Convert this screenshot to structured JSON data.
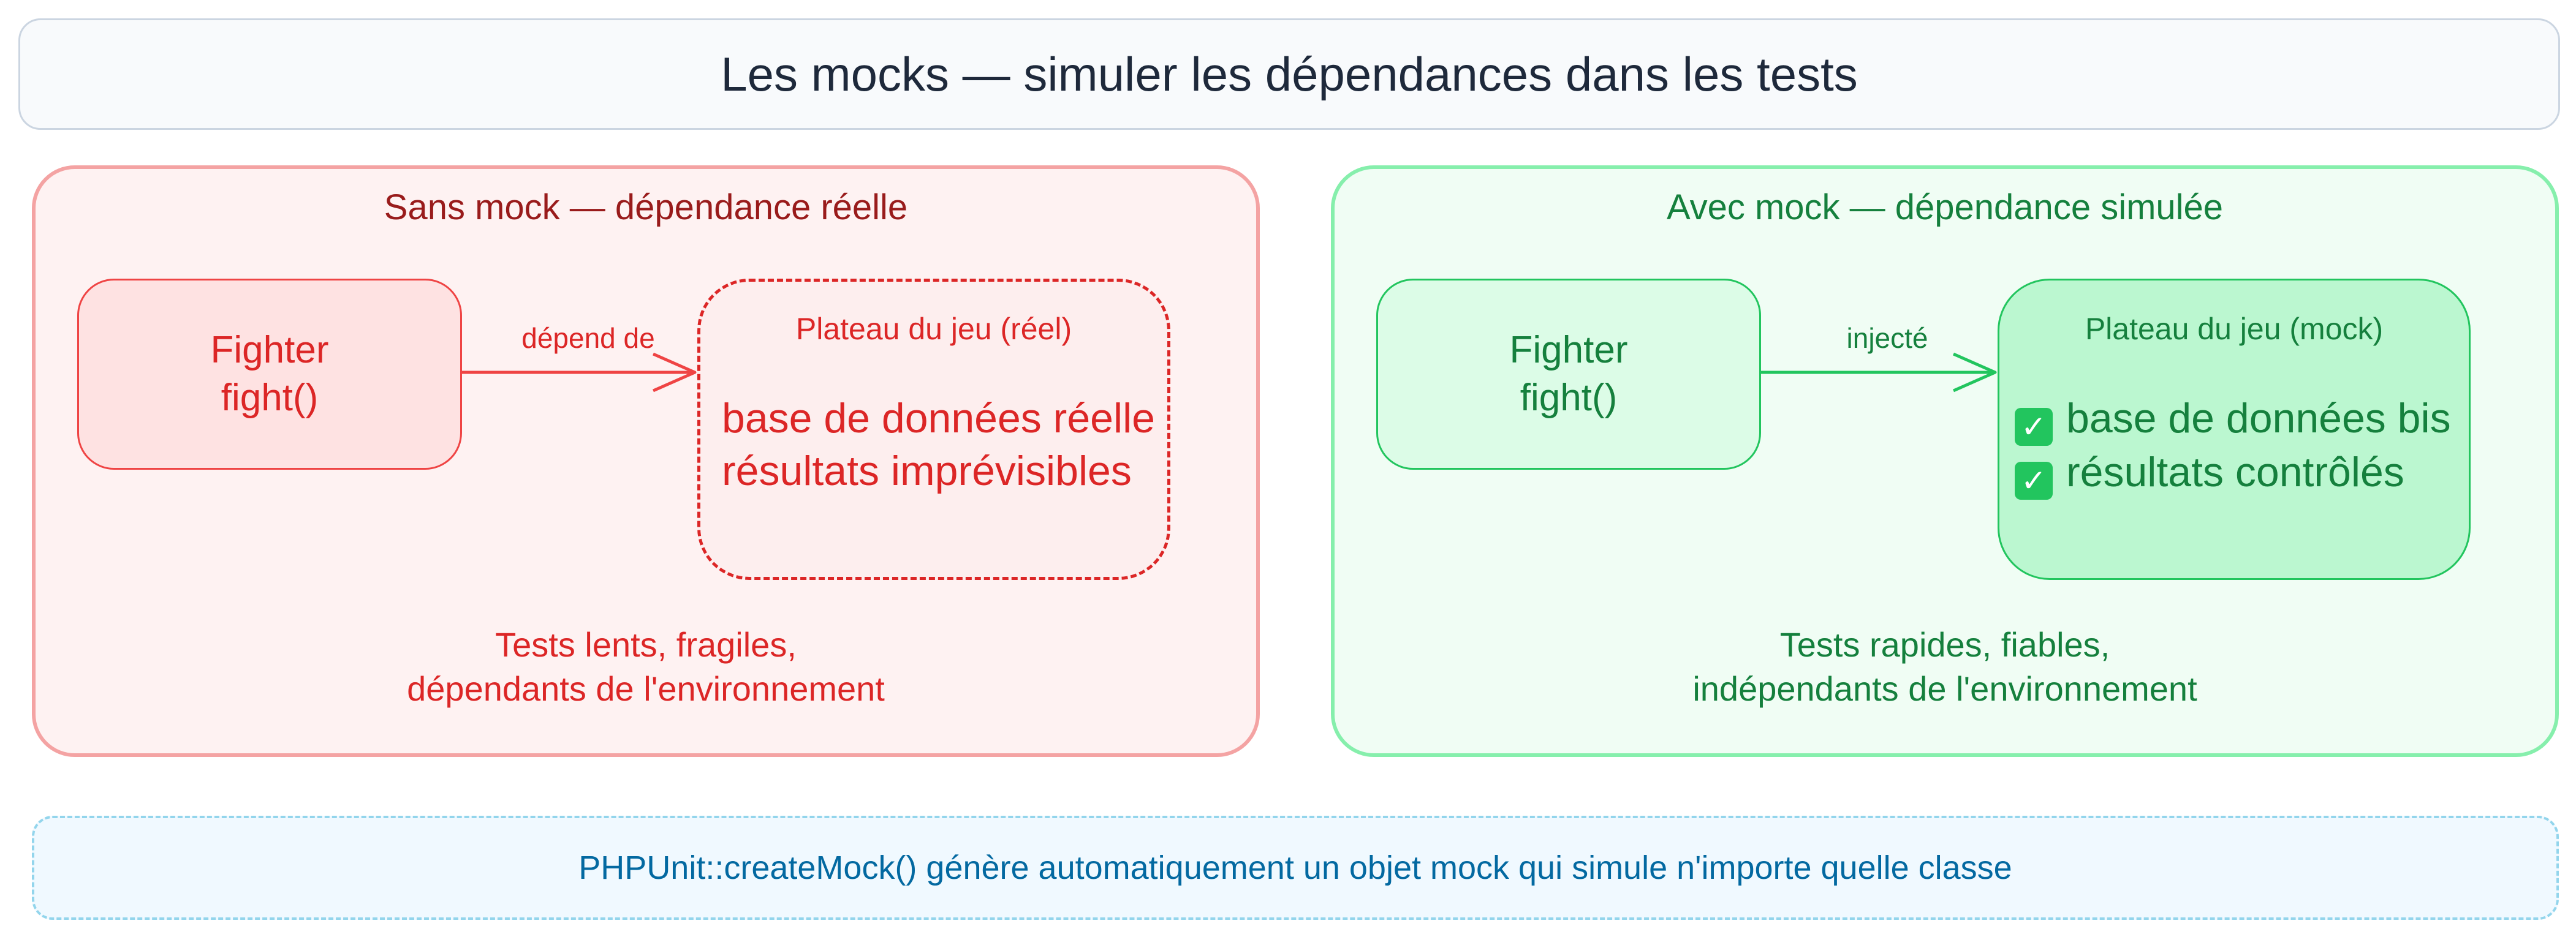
{
  "title": "Les mocks — simuler les dépendances dans les tests",
  "left_panel": {
    "title": "Sans mock — dépendance réelle",
    "fighter": [
      "Fighter",
      "fight()"
    ],
    "arrow_label": "dépend de",
    "dependency": {
      "title": "Plateau du jeu (réel)",
      "lines": [
        "base de données réelle",
        "résultats imprévisibles"
      ]
    },
    "consequence": [
      "Tests lents, fragiles,",
      "dépendants de l'environnement"
    ]
  },
  "right_panel": {
    "title": "Avec mock — dépendance simulée",
    "fighter": [
      "Fighter",
      "fight()"
    ],
    "arrow_label": "injecté",
    "dependency": {
      "title": "Plateau du jeu (mock)",
      "lines": [
        "base de données bis",
        "résultats contrôlés"
      ],
      "line_icon": "check-mark-icon"
    },
    "consequence": [
      "Tests rapides, fiables,",
      "indépendants de l'environnement"
    ]
  },
  "note": "PHPUnit::createMock() génère automatiquement un objet mock qui simule n'importe quelle classe",
  "colors": {
    "red_border": "#f4a3a3",
    "red_text": "#dc2626",
    "red_dark": "#991b1b",
    "green_border": "#86efac",
    "green_text": "#15803d",
    "green_accent": "#22c55e",
    "blue_text": "#0369a1"
  }
}
